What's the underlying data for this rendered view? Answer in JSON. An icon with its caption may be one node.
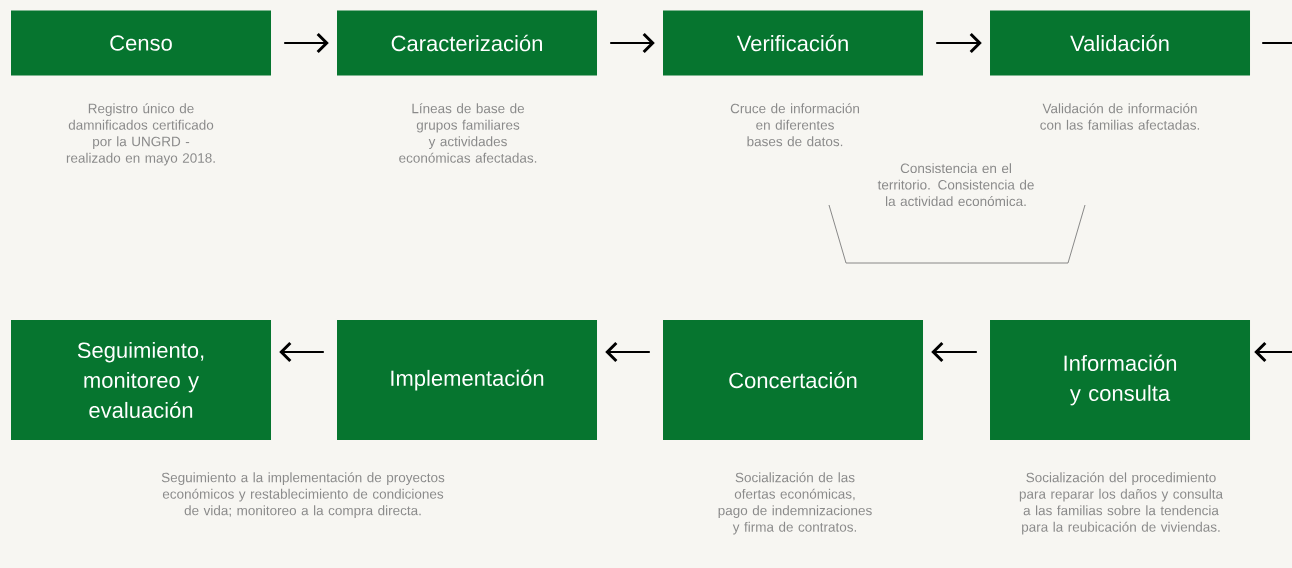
{
  "diagram": {
    "nodes": [
      {
        "text": [
          "Censo"
        ],
        "beside": [
          "Registro único de damnificados certificado por la UNGRD - realizado en mayo 2018."
        ]
      },
      {
        "text": [
          "Caracterización"
        ],
        "beside": [
          "Líneas de base de grupos familiares y actividades económicas afectadas."
        ]
      },
      {
        "text": [
          "Verificación"
        ],
        "beside": [
          "Cruce de información en diferentes bases de datos."
        ]
      },
      {
        "text": [
          "Validación"
        ],
        "beside": [
          "Validación de información con las familias afectadas."
        ]
      },
      {
        "text": [
          "Seguimiento, monitoreo y evaluación"
        ],
        "beside": [
          "Seguimiento a la implementación de proyectos económicos y restablecimiento de condiciones de vida; monitoreo a la compra directa."
        ]
      },
      {
        "text": [
          "Implementación"
        ]
      },
      {
        "text": [
          "Concertación"
        ],
        "beside": [
          "Socialización de las ofertas económicas, pago de indemnizaciones y firma de contratos."
        ]
      },
      {
        "text": [
          "Información y consulta"
        ],
        "beside": [
          "Socialización del procedimiento para reparar los daños y consulta a las familias sobre la tendencia para la reubicación de viviendas."
        ]
      }
    ],
    "edges": [
      {
        "from": 0,
        "to": 1,
        "arrow": "to"
      },
      {
        "from": 1,
        "to": 2,
        "arrow": "to"
      },
      {
        "from": 2,
        "to": 3,
        "arrow": "to"
      },
      {
        "from": 3,
        "to": null,
        "arrow": "none"
      },
      {
        "from": null,
        "to": 7,
        "arrow": "to"
      },
      {
        "from": 7,
        "to": 6,
        "arrow": "to"
      },
      {
        "from": 6,
        "to": 5,
        "arrow": "to"
      },
      {
        "from": 5,
        "to": 4,
        "arrow": "to"
      }
    ],
    "labels": [
      "Consistencia en el territorio. Consistencia de la actividad económica."
    ]
  }
}
